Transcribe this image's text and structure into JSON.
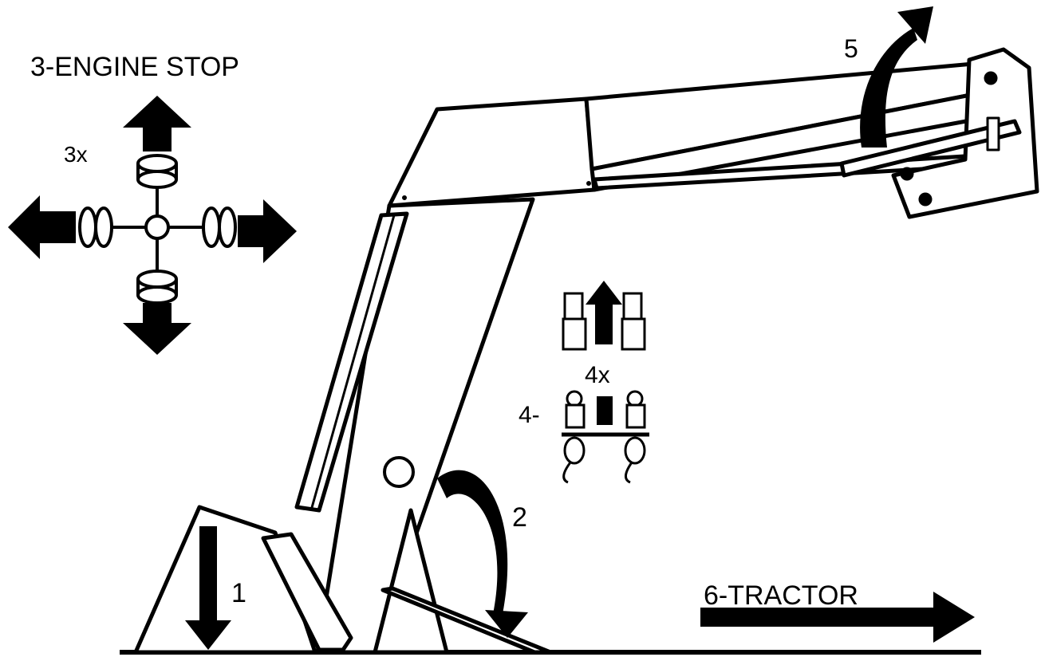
{
  "labels": {
    "step1": "1",
    "step2": "2",
    "step3": "3-ENGINE STOP",
    "step3_repeat": "3x",
    "step4": "4-",
    "step4_repeat": "4x",
    "step5": "5",
    "step6": "6-TRACTOR"
  },
  "colors": {
    "ink": "#000000",
    "paper": "#ffffff"
  },
  "icons": [
    "joystick-icon",
    "arrow-up-icon",
    "arrow-down-icon",
    "arrow-left-icon",
    "arrow-right-icon",
    "hydraulic-coupler-icon",
    "curved-arrow-icon"
  ]
}
